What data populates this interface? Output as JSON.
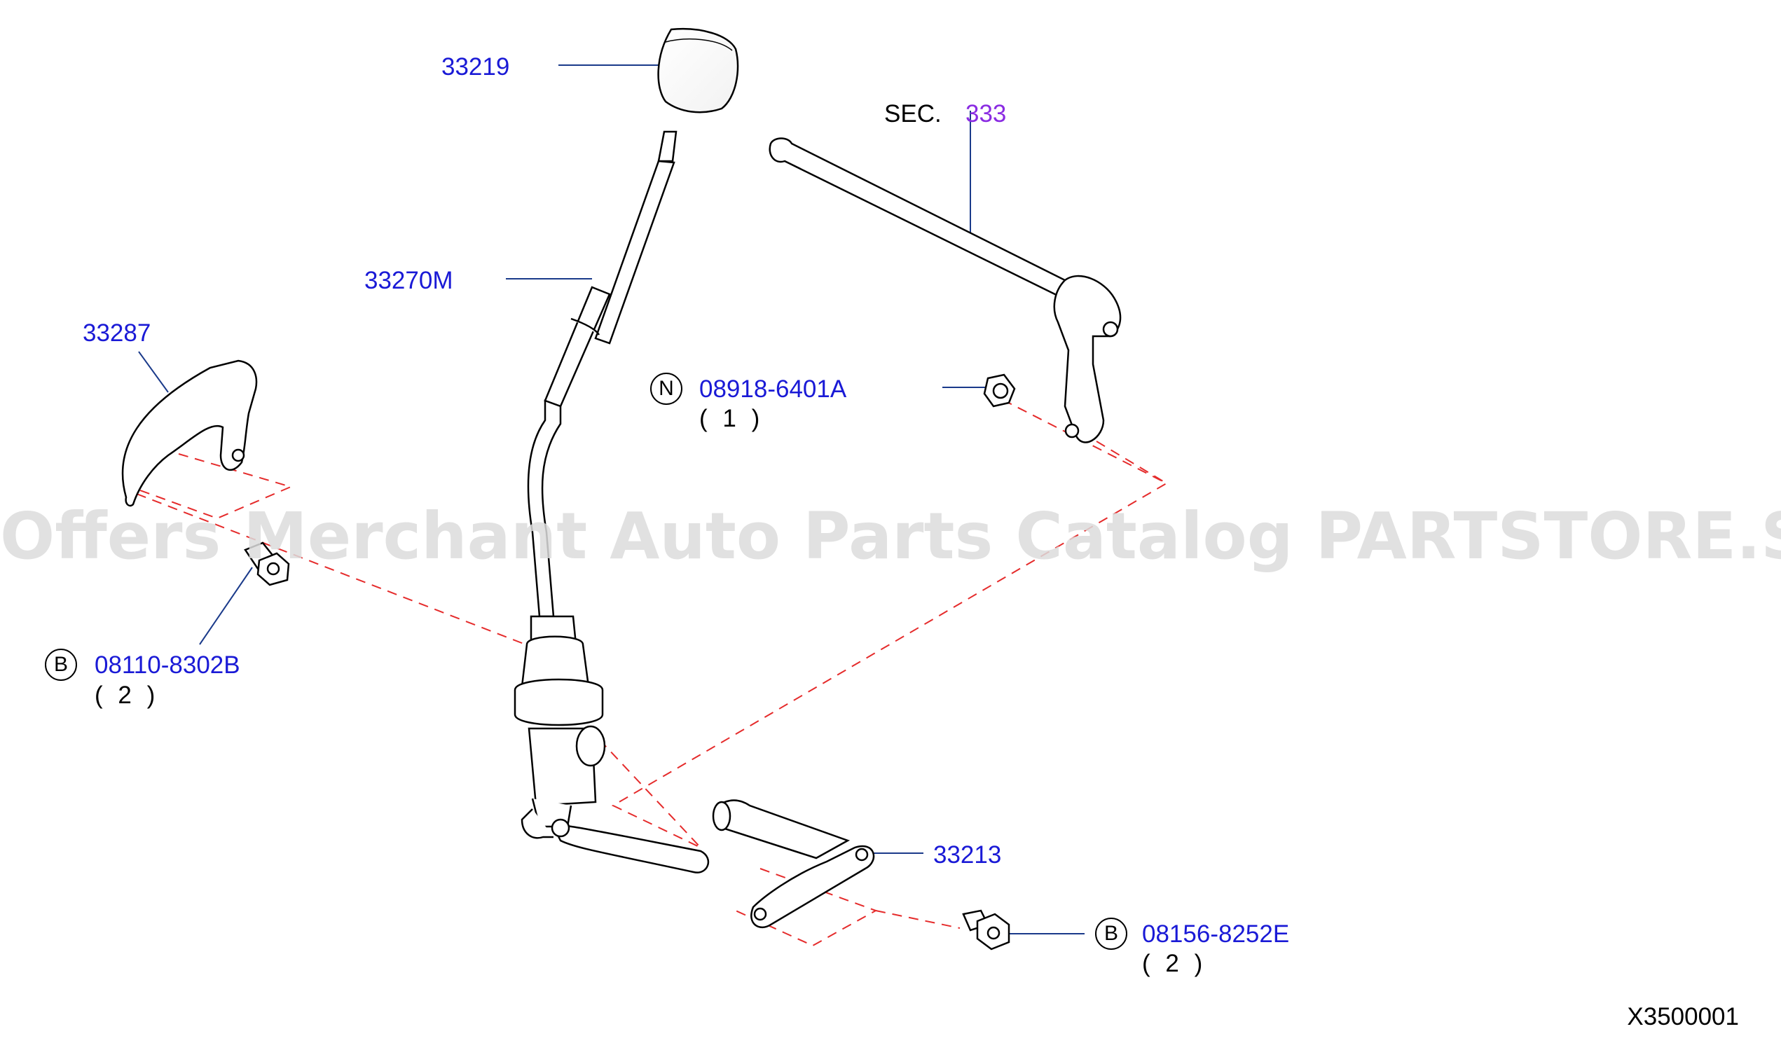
{
  "watermark": "Offers Merchant Auto Parts Catalog PARTSTORE.SA",
  "diagram_code": "X3500001",
  "section_ref": {
    "prefix": "SEC.",
    "number": "333"
  },
  "parts": {
    "knob": "33219",
    "lever": "33270M",
    "cover": "33287",
    "bracket": "33213"
  },
  "fasteners": {
    "nut": {
      "badge": "N",
      "part": "08918-6401A",
      "qty": "( 1 )"
    },
    "bolt_left": {
      "badge": "B",
      "part": "08110-8302B",
      "qty": "( 2 )"
    },
    "bolt_right": {
      "badge": "B",
      "part": "08156-8252E",
      "qty": "( 2 )"
    }
  },
  "colors": {
    "label": "#1a1ad6",
    "section_number": "#8a2be2",
    "dashed_line": "#e52b2b",
    "leader": "#1a3a8a",
    "part_outline": "#000000"
  }
}
